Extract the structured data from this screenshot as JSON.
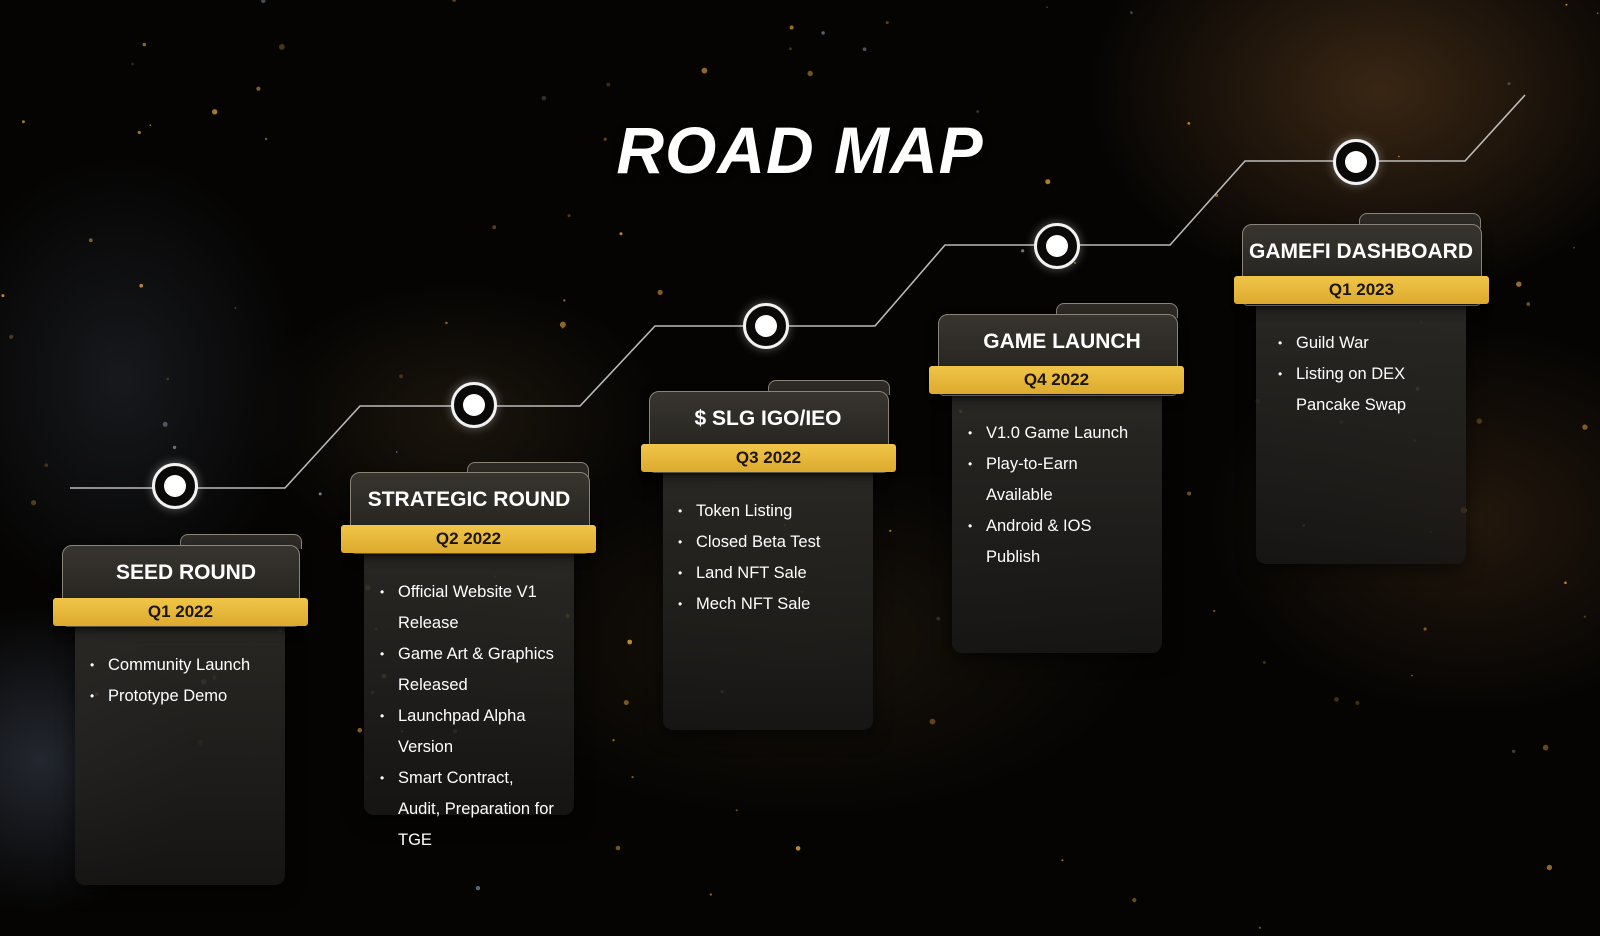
{
  "title": "ROAD MAP",
  "colors": {
    "accent": "#E9B93D",
    "background": "#050403",
    "card": "#2A2825",
    "line": "#D9D9D9"
  },
  "stages": [
    {
      "name": "SEED ROUND",
      "quarter": "Q1 2022",
      "items": [
        "Community Launch",
        "Prototype Demo"
      ]
    },
    {
      "name": "STRATEGIC ROUND",
      "quarter": "Q2 2022",
      "items": [
        "Official Website V1",
        "Release",
        "Game Art & Graphics",
        "Released",
        "Launchpad Alpha",
        "Version",
        "Smart Contract,",
        "Audit, Preparation for",
        "TGE"
      ]
    },
    {
      "name": "$ SLG  IGO/IEO",
      "quarter": "Q3 2022",
      "items": [
        "Token Listing",
        "Closed Beta Test",
        "Land NFT Sale",
        "Mech NFT Sale"
      ]
    },
    {
      "name": "GAME LAUNCH",
      "quarter": "Q4 2022",
      "items": [
        "V1.0 Game Launch",
        "Play-to-Earn",
        "Available",
        "Android & IOS",
        "Publish"
      ]
    },
    {
      "name": "GAMEFI DASHBOARD",
      "quarter": "Q1 2023",
      "items": [
        "Guild War",
        "Listing on DEX",
        "Pancake Swap"
      ]
    }
  ]
}
